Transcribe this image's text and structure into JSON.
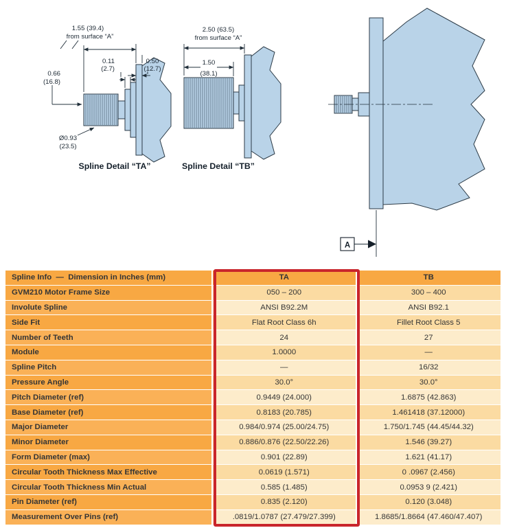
{
  "drawings": {
    "ta": {
      "caption": "Spline Detail “TA”",
      "dim_length": "1.55 (39.4)",
      "dim_length_sub": "from surface “A”",
      "dim_011": "0.11",
      "dim_011_mm": "(2.7)",
      "dim_050": "0.50",
      "dim_050_mm": "(12.7)",
      "dim_066": "0.66",
      "dim_066_mm": "(16.8)",
      "dim_dia": "Ø0.93",
      "dim_dia_mm": "(23.5)"
    },
    "tb": {
      "caption": "Spline Detail “TB”",
      "dim_length": "2.50 (63.5)",
      "dim_length_sub": "from surface “A”",
      "dim_150": "1.50",
      "dim_150_mm": "(38.1)"
    },
    "side": {
      "datum_label": "A"
    }
  },
  "table": {
    "header": {
      "label": "Spline Info  —  Dimension in Inches (mm)",
      "ta": "TA",
      "tb": "TB"
    },
    "rows": [
      {
        "label": "GVM210 Motor Frame Size",
        "ta": "050 – 200",
        "tb": "300 – 400"
      },
      {
        "label": "Involute Spline",
        "ta": "ANSI B92.2M",
        "tb": "ANSI B92.1"
      },
      {
        "label": "Side Fit",
        "ta": "Flat Root Class 6h",
        "tb": "Fillet Root Class 5"
      },
      {
        "label": "Number of Teeth",
        "ta": "24",
        "tb": "27"
      },
      {
        "label": "Module",
        "ta": "1.0000",
        "tb": "—"
      },
      {
        "label": "Spline Pitch",
        "ta": "—",
        "tb": "16/32"
      },
      {
        "label": "Pressure Angle",
        "ta": "30.0°",
        "tb": "30.0°"
      },
      {
        "label": "Pitch Diameter (ref)",
        "ta": "0.9449 (24.000)",
        "tb": "1.6875 (42.863)"
      },
      {
        "label": "Base Diameter (ref)",
        "ta": "0.8183 (20.785)",
        "tb": "1.461418 (37.12000)"
      },
      {
        "label": "Major Diameter",
        "ta": "0.984/0.974 (25.00/24.75)",
        "tb": "1.750/1.745 (44.45/44.32)"
      },
      {
        "label": "Minor Diameter",
        "ta": "0.886/0.876 (22.50/22.26)",
        "tb": "1.546 (39.27)"
      },
      {
        "label": "Form Diameter (max)",
        "ta": "0.901 (22.89)",
        "tb": "1.621 (41.17)"
      },
      {
        "label": "Circular Tooth Thickness Max Effective",
        "ta": "0.0619 (1.571)",
        "tb": "0 .0967 (2.456)"
      },
      {
        "label": "Circular Tooth Thickness Min Actual",
        "ta": "0.585 (1.485)",
        "tb": "0.0953 9 (2.421)"
      },
      {
        "label": "Pin Diameter (ref)",
        "ta": "0.835 (2.120)",
        "tb": "0.120 (3.048)"
      },
      {
        "label": "Measurement Over Pins (ref)",
        "ta": ".0819/1.0787 (27.479/27.399)",
        "tb": "1.8685/1.8664 (47.460/47.407)"
      }
    ]
  },
  "colors": {
    "highlight_red": "#c9252c",
    "table_orange": "#f8a843",
    "row_light": "#fdeccb",
    "row_dark": "#fbdba2",
    "drawing_blue": "#b9d3e8"
  }
}
